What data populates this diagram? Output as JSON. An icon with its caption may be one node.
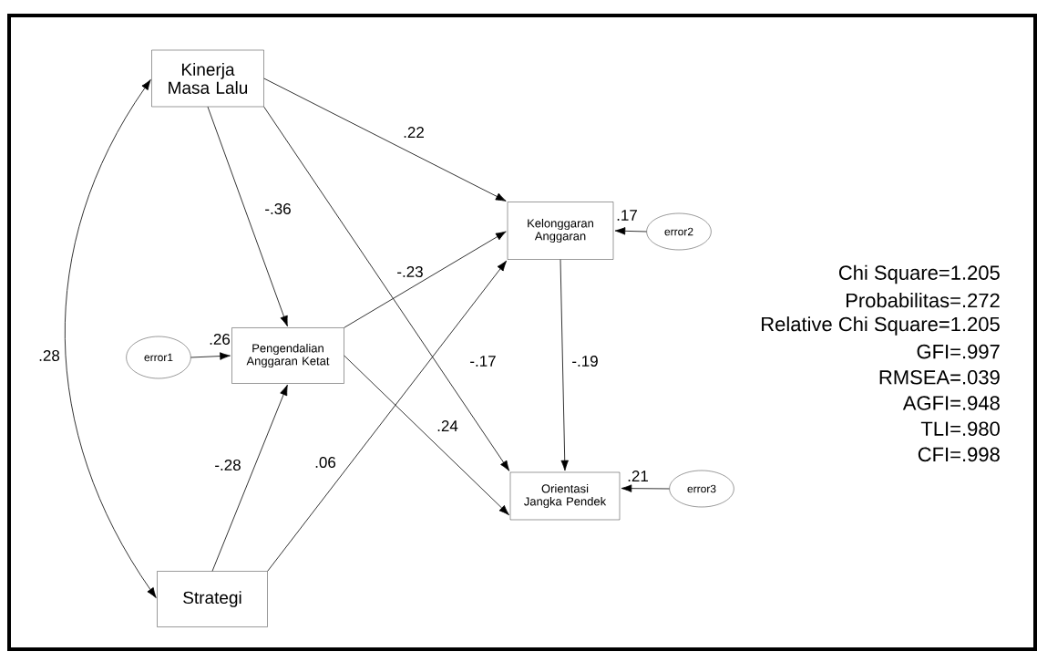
{
  "diagram": {
    "nodes": [
      {
        "text": [
          "Kinerja Masa Lalu"
        ]
      },
      {
        "text": [
          "Kelonggaran Anggaran"
        ],
        "beside": [
          ".17"
        ]
      },
      {
        "text": [
          "error2"
        ]
      },
      {
        "text": [
          "error1"
        ]
      },
      {
        "text": [
          "Pengendalian Anggaran Ketat"
        ],
        "beside": [
          ".26"
        ]
      },
      {
        "text": [
          "Orientasi Jangka Pendek"
        ],
        "beside": [
          ".21"
        ]
      },
      {
        "text": [
          "error3"
        ]
      },
      {
        "text": [
          "Strategi"
        ]
      }
    ],
    "edges": [
      {
        "from": 0,
        "to": 1,
        "arrow": "to",
        "label": ".22"
      },
      {
        "from": 0,
        "to": 4,
        "arrow": "to",
        "label": "-.36"
      },
      {
        "from": 0,
        "to": 5,
        "arrow": "to",
        "label": "-.17"
      },
      {
        "from": 4,
        "to": 1,
        "arrow": "to",
        "label": "-.23"
      },
      {
        "from": 4,
        "to": 5,
        "arrow": "to",
        "label": ".24"
      },
      {
        "from": 7,
        "to": 4,
        "arrow": "to",
        "label": "-.28"
      },
      {
        "from": 7,
        "to": 1,
        "arrow": "to",
        "label": ".06"
      },
      {
        "from": 1,
        "to": 5,
        "arrow": "to",
        "label": "-.19"
      },
      {
        "from": 0,
        "to": 7,
        "arrow": "both",
        "label": ".28"
      },
      {
        "from": 2,
        "to": 1,
        "arrow": "to"
      },
      {
        "from": 3,
        "to": 4,
        "arrow": "to"
      },
      {
        "from": 6,
        "to": 5,
        "arrow": "to"
      }
    ],
    "labels": [
      "Chi Square=1.205",
      "Probabilitas=.272",
      "Relative Chi Square=1.205",
      "GFI=.997",
      "RMSEA=.039",
      "AGFI=.948",
      "TLI=.980",
      "CFI=.998"
    ]
  }
}
